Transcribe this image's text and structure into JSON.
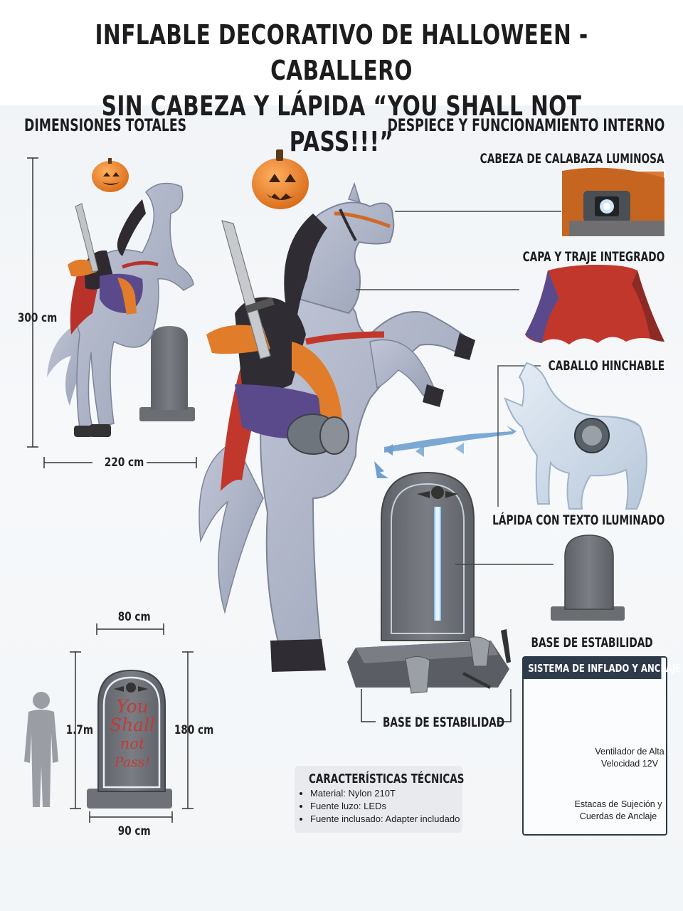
{
  "title": {
    "line1": "INFLABLE DECORATIVO DE HALLOWEEN - CABALLERO",
    "line2": "SIN CABEZA Y LÁPIDA “YOU SHALL NOT PASS!!!”"
  },
  "sections": {
    "dimensions": "DIMENSIONES TOTALES",
    "internals": "DESPIECE Y FUNCIONAMIENTO INTERNO"
  },
  "dimensions": {
    "height_total": "300 cm",
    "width_total": "220 cm",
    "tomb_width_top": "80 cm",
    "tomb_height": "180 cm",
    "tomb_width_base": "90 cm",
    "person_height": "1.7m"
  },
  "tombstone_text": [
    "You",
    "Shall",
    "not",
    "Pass!"
  ],
  "parts": {
    "head": "CABEZA DE CALABAZA LUMINOSA",
    "cape": "CAPA Y TRAJE INTEGRADO",
    "horse": "CABALLO HINCHABLE",
    "tomb": "LÁPIDA CON TEXTO ILUMINADO",
    "base_right": "BASE DE ESTABILIDAD",
    "base_bottom": "BASE DE ESTABILIDAD"
  },
  "specs": {
    "heading": "CARACTERÍSTICAS TÉCNICAS",
    "items": [
      "Material: Nylon 210T",
      "Fuente luzo: LEDs",
      "Fuente inclusado: Adapter includado"
    ]
  },
  "kit": {
    "heading": "SISTEMA DE INFLADO Y ANCLAJE",
    "fan_line1": "Ventilador de Alta",
    "fan_line2": "Velocidad 12V",
    "stakes_line1": "Estacas de Sujeción y",
    "stakes_line2": "Cuerdas de Anclaje"
  },
  "colors": {
    "horse": "#a9b0c4",
    "horse_dark": "#7d8498",
    "pumpkin": "#f08a2c",
    "cape": "#c2372c",
    "costume": "#5a4a8c",
    "tomb": "#6f7378",
    "arrow": "#6f9fcf"
  }
}
